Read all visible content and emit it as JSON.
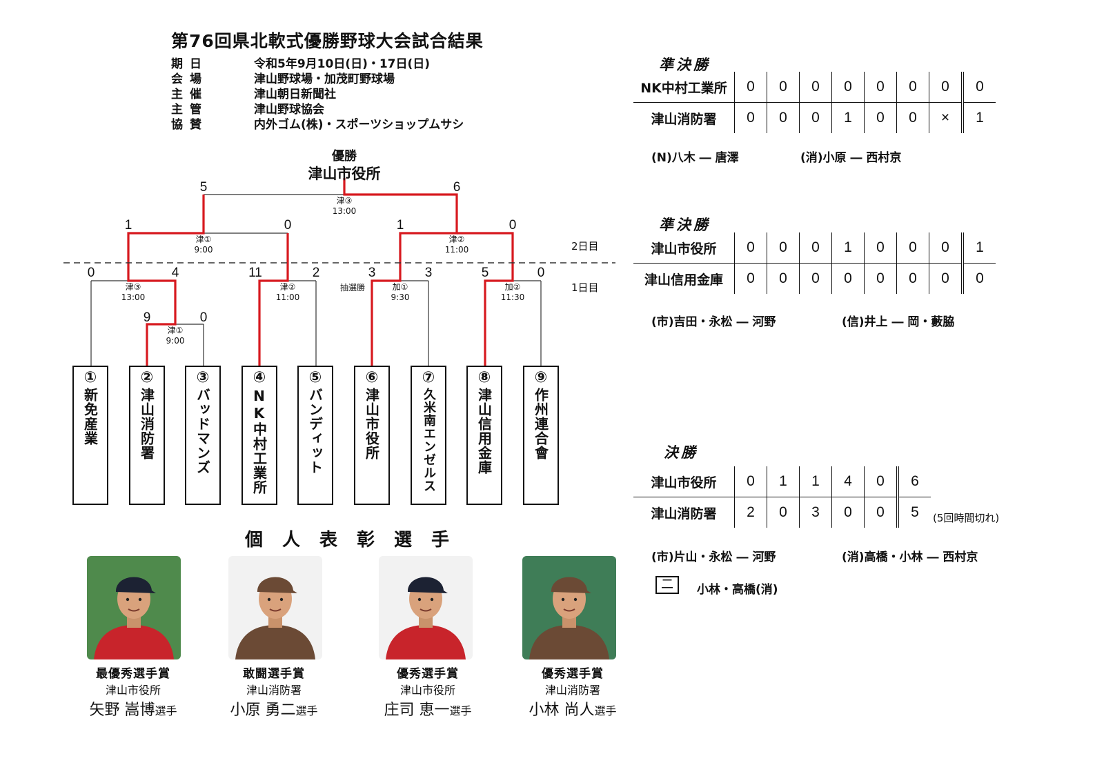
{
  "title": "第76回県北軟式優勝野球大会試合結果",
  "info": [
    {
      "key": "期日",
      "value": "令和5年9月10日(日)・17日(日)"
    },
    {
      "key": "会場",
      "value": "津山野球場・加茂町野球場"
    },
    {
      "key": "主催",
      "value": "津山朝日新聞社"
    },
    {
      "key": "主管",
      "value": "津山野球協会"
    },
    {
      "key": "協賛",
      "value": "内外ゴム(株)・スポーツショップムサシ"
    }
  ],
  "bracket": {
    "champion_label": "優勝",
    "champion": "津山市役所",
    "day2": "2日目",
    "day1": "1日目",
    "lottery_win": "抽選勝",
    "teams": [
      {
        "num": "①",
        "name": "新免産業"
      },
      {
        "num": "②",
        "name": "津山消防署"
      },
      {
        "num": "③",
        "name": "バッドマンズ"
      },
      {
        "num": "④",
        "name": "NK中村工業所"
      },
      {
        "num": "⑤",
        "name": "バンディット"
      },
      {
        "num": "⑥",
        "name": "津山市役所"
      },
      {
        "num": "⑦",
        "name": "久米南エンゼルス"
      },
      {
        "num": "⑧",
        "name": "津山信用金庫"
      },
      {
        "num": "⑨",
        "name": "作州連合會"
      }
    ],
    "scores": {
      "g1a": "9",
      "g1b": "0",
      "g2a": "0",
      "g2b": "4",
      "g3a": "11",
      "g3b": "2",
      "g4a": "3",
      "g4b": "3",
      "g5a": "5",
      "g5b": "0",
      "sf1a": "1",
      "sf1b": "0",
      "sf2a": "1",
      "sf2b": "0",
      "fa": "5",
      "fb": "6"
    },
    "games": {
      "g1": {
        "venue": "津①",
        "time": "9:00"
      },
      "g2": {
        "venue": "津③",
        "time": "13:00"
      },
      "g3": {
        "venue": "津②",
        "time": "11:00"
      },
      "g4": {
        "venue": "加①",
        "time": "9:30"
      },
      "g5": {
        "venue": "加②",
        "time": "11:30"
      },
      "sf1": {
        "venue": "津①",
        "time": "9:00"
      },
      "sf2": {
        "venue": "津②",
        "time": "11:00"
      },
      "final": {
        "venue": "津③",
        "time": "13:00"
      }
    }
  },
  "semifinal1": {
    "title": "準決勝",
    "rows": [
      {
        "team": "NK中村工業所",
        "innings": [
          "0",
          "0",
          "0",
          "0",
          "0",
          "0",
          "0"
        ],
        "total": "0"
      },
      {
        "team": "津山消防署",
        "innings": [
          "0",
          "0",
          "0",
          "1",
          "0",
          "0",
          "×"
        ],
        "total": "1"
      }
    ],
    "battery_a": "(N)八木 ― 唐澤",
    "battery_b": "(消)小原 ― 西村京"
  },
  "semifinal2": {
    "title": "準決勝",
    "rows": [
      {
        "team": "津山市役所",
        "innings": [
          "0",
          "0",
          "0",
          "1",
          "0",
          "0",
          "0"
        ],
        "total": "1"
      },
      {
        "team": "津山信用金庫",
        "innings": [
          "0",
          "0",
          "0",
          "0",
          "0",
          "0",
          "0"
        ],
        "total": "0"
      }
    ],
    "battery_a": "(市)吉田・永松 ― 河野",
    "battery_b": "(信)井上 ― 岡・藪脇"
  },
  "final": {
    "title": "決勝",
    "rows": [
      {
        "team": "津山市役所",
        "innings": [
          "0",
          "1",
          "1",
          "4",
          "0"
        ],
        "total": "6"
      },
      {
        "team": "津山消防署",
        "innings": [
          "2",
          "0",
          "3",
          "0",
          "0"
        ],
        "total": "5"
      }
    ],
    "note": "(5回時間切れ)",
    "battery_a": "(市)片山・永松 ― 河野",
    "battery_b": "(消)高橋・小林 ― 西村京",
    "double_box": "二",
    "double_text": "小林・高橋(消)"
  },
  "awards": {
    "title": "個人表彰選手",
    "items": [
      {
        "award": "最優秀選手賞",
        "team": "津山市役所",
        "player": "矢野 嵩博",
        "suffix": "選手",
        "shirt": "#c8242b",
        "bg": "#4f8a4c"
      },
      {
        "award": "敢闘選手賞",
        "team": "津山消防署",
        "player": "小原 勇二",
        "suffix": "選手",
        "shirt": "#6b4a35",
        "bg": "#f2f2f2"
      },
      {
        "award": "優秀選手賞",
        "team": "津山市役所",
        "player": "庄司 恵一",
        "suffix": "選手",
        "shirt": "#c8242b",
        "bg": "#f2f2f2"
      },
      {
        "award": "優秀選手賞",
        "team": "津山消防署",
        "player": "小林 尚人",
        "suffix": "選手",
        "shirt": "#6b4a35",
        "bg": "#3f7d57"
      }
    ]
  },
  "colors": {
    "win_line": "#d7191f",
    "line": "#333333"
  }
}
